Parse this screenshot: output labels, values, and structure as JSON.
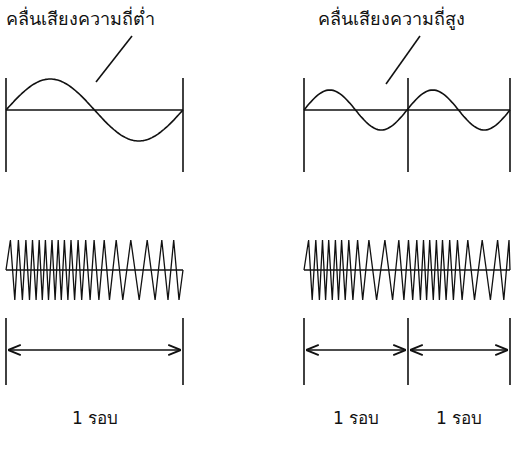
{
  "diagram": {
    "labels": [
      "คลื่นเสียงความถี่ต่ำ",
      "คลื่นเสียงความถี่สูง",
      "1 รอบ",
      "1 รอบ",
      "1 รอบ"
    ]
  }
}
